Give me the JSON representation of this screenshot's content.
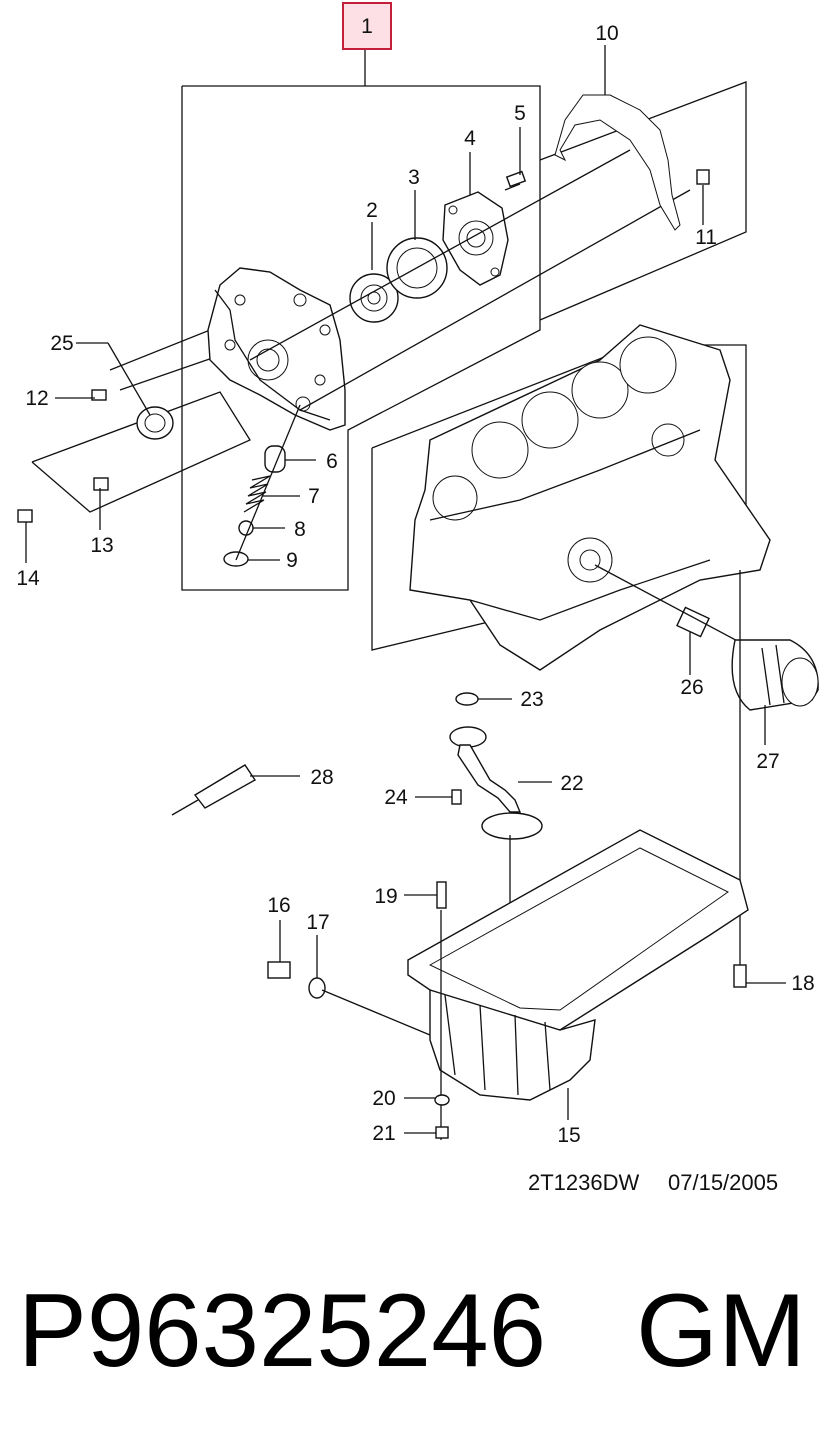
{
  "highlight_color": "#c41e3a",
  "highlight_fill": "#fde0e6",
  "callouts": {
    "c1": "1",
    "c2": "2",
    "c3": "3",
    "c4": "4",
    "c5": "5",
    "c6": "6",
    "c7": "7",
    "c8": "8",
    "c9": "9",
    "c10": "10",
    "c11": "11",
    "c12": "12",
    "c13": "13",
    "c14": "14",
    "c15": "15",
    "c16": "16",
    "c17": "17",
    "c18": "18",
    "c19": "19",
    "c20": "20",
    "c21": "21",
    "c22": "22",
    "c23": "23",
    "c24": "24",
    "c25": "25",
    "c26": "26",
    "c27": "27",
    "c28": "28"
  },
  "stamp": {
    "code": "2T1236DW",
    "date": "07/15/2005"
  },
  "part_number": "P96325246",
  "brand": "GM"
}
